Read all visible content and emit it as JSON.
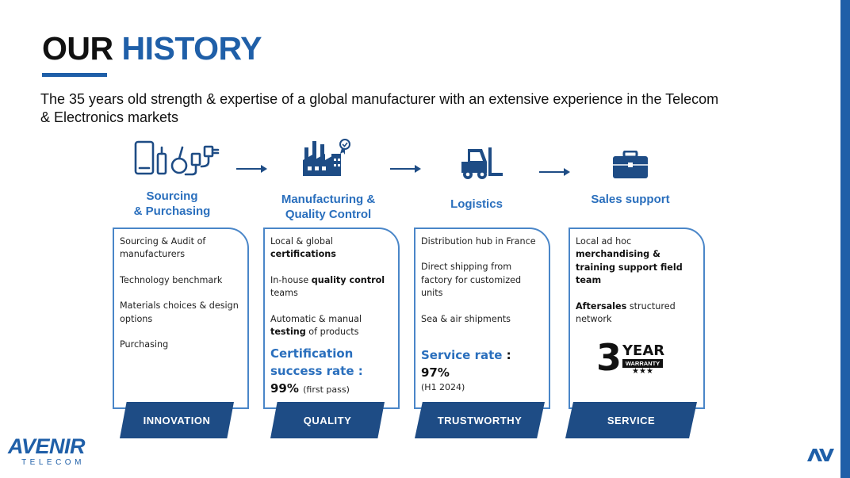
{
  "slide": {
    "title_word1": "OUR",
    "title_word2": "HISTORY",
    "subtitle": "The 35 years old strength & expertise of a global manufacturer with an extensive experience in the Telecom & Electronics markets"
  },
  "columns": [
    {
      "heading_line1": "Sourcing",
      "heading_line2": "& Purchasing",
      "icon": "phone-accessories-icon",
      "items": [
        "Sourcing & Audit of manufacturers",
        "Technology benchmark",
        "Materials choices & design options",
        "Purchasing"
      ],
      "banner": "INNOVATION"
    },
    {
      "heading_line1": "Manufacturing &",
      "heading_line2": "Quality Control",
      "icon": "factory-icon",
      "item1_a": "Local & global ",
      "item1_b": "certifications",
      "item2_a": "In-house ",
      "item2_b": "quality control",
      "item2_c": " teams",
      "item3_a": "Automatic & manual ",
      "item3_b": "testing",
      "item3_c": " of products",
      "kpi_label": "Certification success rate : ",
      "kpi_value": "99%",
      "kpi_note": "(first pass)",
      "banner": "QUALITY"
    },
    {
      "heading_line1": "Logistics",
      "icon": "forklift-icon",
      "items": [
        "Distribution hub in France",
        "Direct shipping from factory for customized units",
        "Sea & air shipments"
      ],
      "kpi_label": "Service rate",
      "kpi_value": " : 97%",
      "kpi_note": "(H1 2024)",
      "banner": "TRUSTWORTHY"
    },
    {
      "heading_line1": "Sales support",
      "icon": "briefcase-icon",
      "item1_a": "Local ad hoc ",
      "item1_b": "merchandising & training support field team",
      "item2_a": "Aftersales",
      "item2_b": " structured network",
      "warranty_number": "3",
      "warranty_word": "YEAR",
      "warranty_label": "WARRANTY",
      "warranty_stars": "★★★",
      "banner": "SERVICE"
    }
  ],
  "logo": {
    "name": "AVENIR",
    "sub": "TELECOM",
    "corner_mark": "AV"
  },
  "colors": {
    "brand_blue": "#1f5fa8",
    "heading_blue": "#2a6fbd",
    "banner_navy": "#1e4c85"
  }
}
